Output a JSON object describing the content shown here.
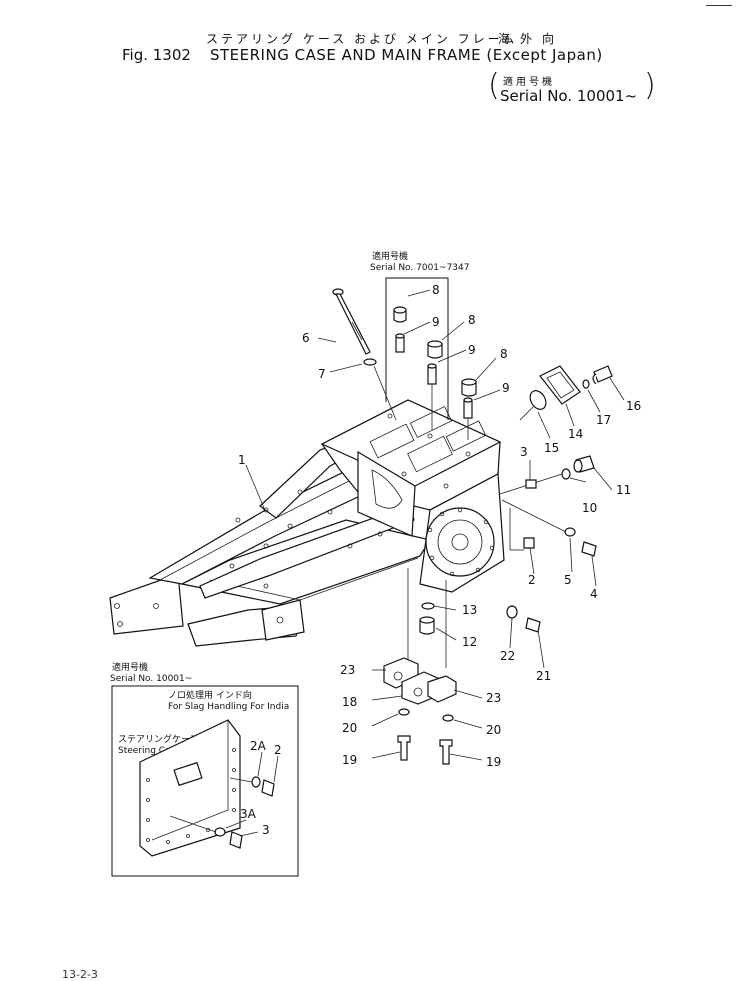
{
  "header": {
    "jp_title": "ステアリング ケース および メイン フレーム",
    "jp_region": "海外向",
    "figure_no": "Fig. 1302",
    "en_title": "STEERING CASE AND MAIN FRAME (Except Japan)",
    "jp_serial_label": "適用号機",
    "serial_range": "Serial No. 10001~"
  },
  "serial_boxes": {
    "top": {
      "jp": "適用号機",
      "serial": "Serial No. 7001~7347"
    },
    "inset": {
      "jp": "適用号機",
      "serial": "Serial No. 10001~"
    }
  },
  "inset": {
    "note_jp": "ノロ処理用 インド向",
    "note_en": "For Slag Handling  For India",
    "case_jp": "ステアリングケース",
    "case_en": "Steering Case"
  },
  "part_numbers": {
    "p1": "1",
    "p2": "2",
    "p3": "3",
    "p4": "4",
    "p5": "5",
    "p6": "6",
    "p7": "7",
    "p8": "8",
    "p9": "9",
    "p10": "10",
    "p11": "11",
    "p12": "12",
    "p13": "13",
    "p14": "14",
    "p15": "15",
    "p16": "16",
    "p17": "17",
    "p18": "18",
    "p19": "19",
    "p20": "20",
    "p21": "21",
    "p22": "22",
    "p23": "23",
    "p2a": "2A",
    "p3a": "3A"
  },
  "page_code": "13-2-3"
}
